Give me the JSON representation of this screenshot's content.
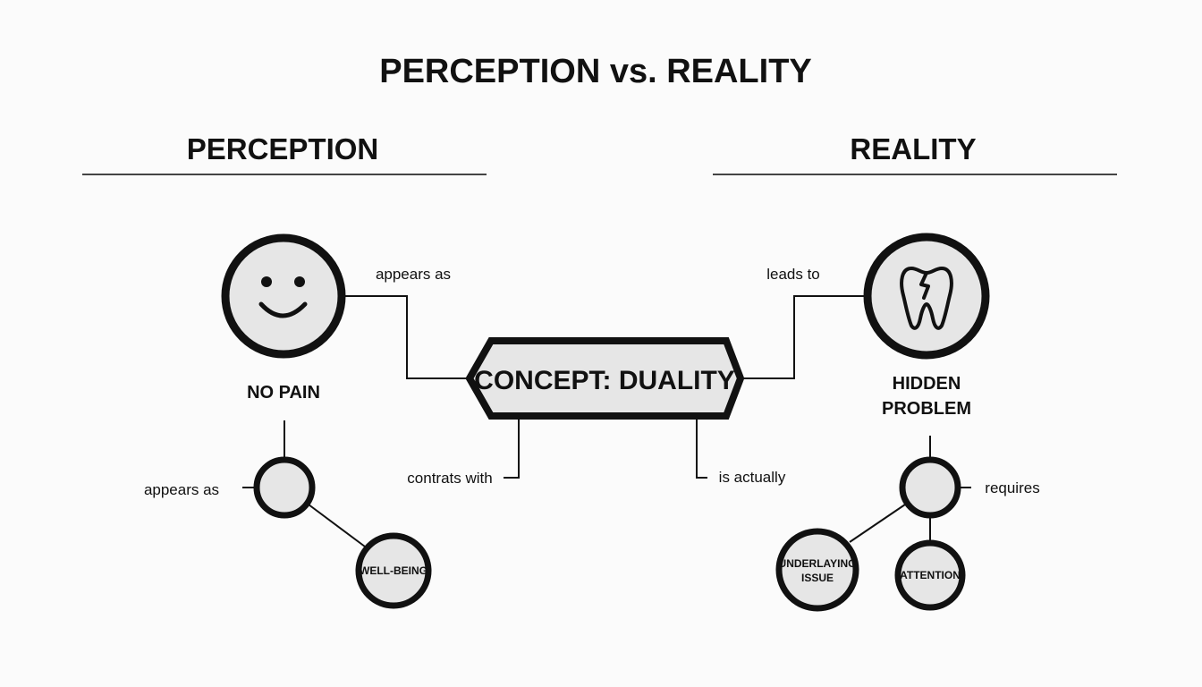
{
  "title": "PERCEPTION vs. REALITY",
  "sections": {
    "left": {
      "heading": "PERCEPTION"
    },
    "right": {
      "heading": "REALITY"
    }
  },
  "center": {
    "label": "CONCEPT: DUALITY"
  },
  "nodes": {
    "no_pain": {
      "label": "NO PAIN",
      "icon": "smiley-face-icon"
    },
    "hidden_problem": {
      "label_line1": "HIDDEN",
      "label_line2": "PROBLEM",
      "icon": "cracked-tooth-icon"
    },
    "well_being": {
      "label": "WELL-BEING"
    },
    "underlying_issue": {
      "label_line1": "UNDERLAYING",
      "label_line2": "ISSUE"
    },
    "attention": {
      "label": "ATTENTION"
    }
  },
  "edges": {
    "appears_as_top": "appears as",
    "leads_to": "leads to",
    "appears_as_bottom": "appears as",
    "contrasts_with": "contrats with",
    "is_actually": "is actually",
    "requires": "requires"
  },
  "colors": {
    "stroke": "#111111",
    "node_fill": "#e6e6e6",
    "background": "#fbfbfb",
    "rule": "#444444"
  }
}
